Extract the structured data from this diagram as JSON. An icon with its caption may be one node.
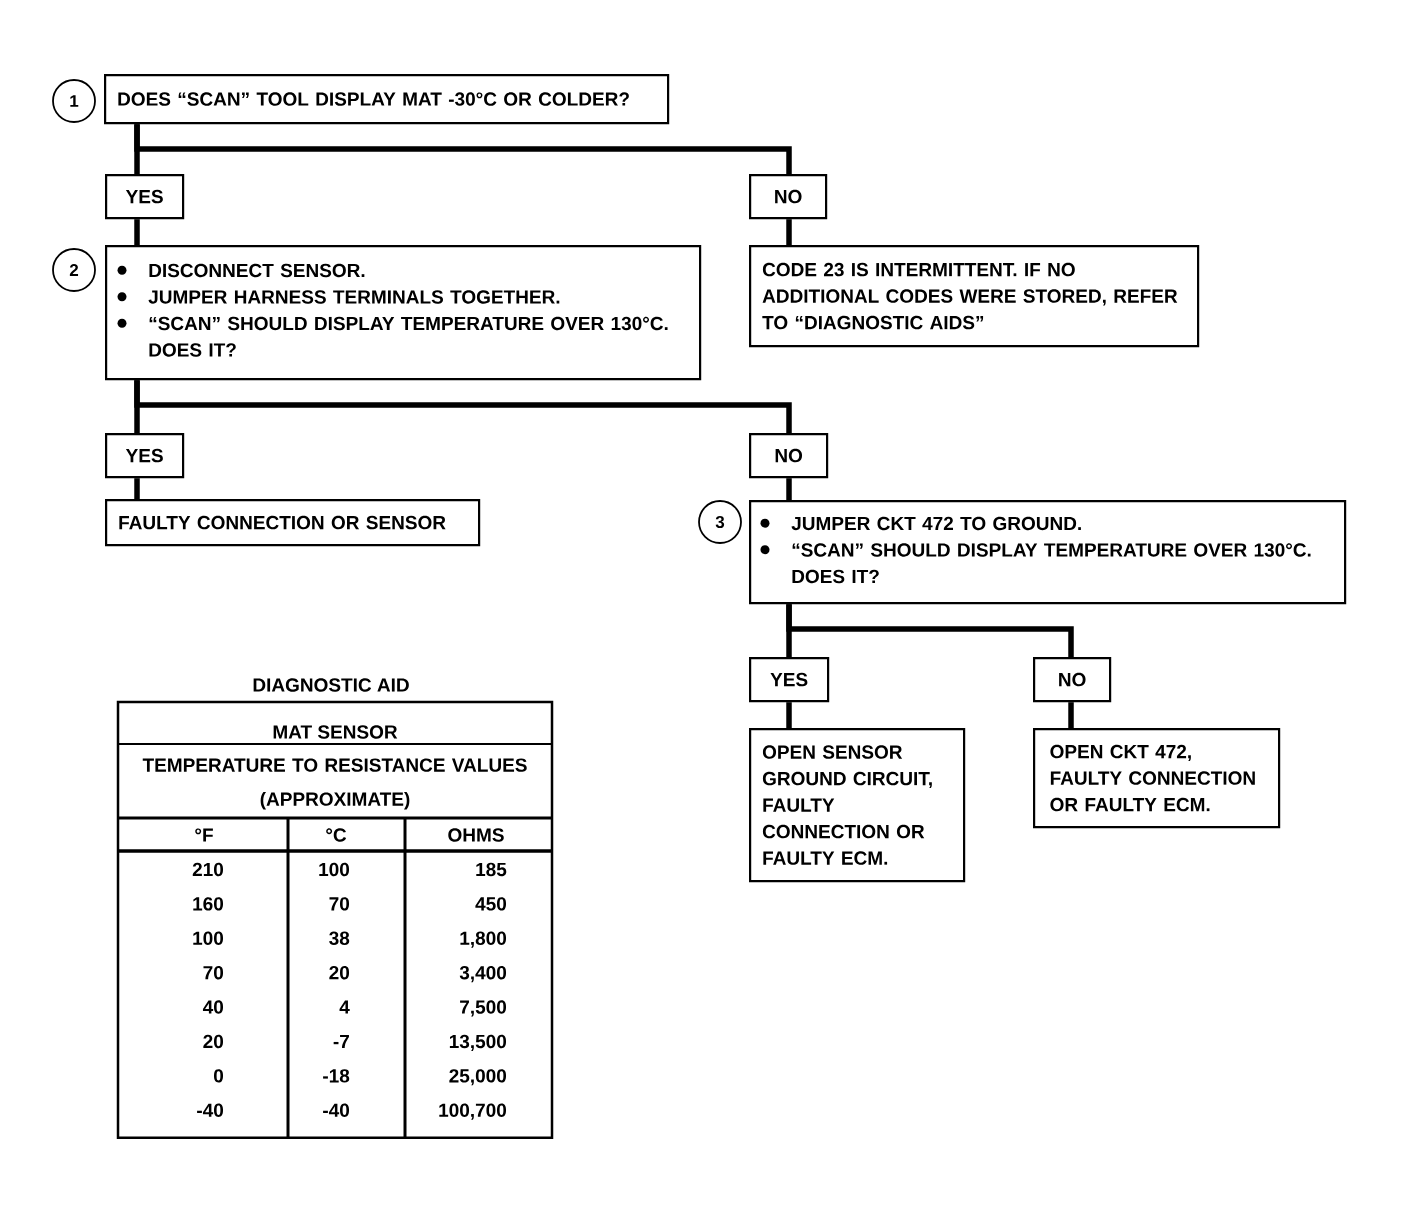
{
  "diagram": {
    "nodes": [
      {
        "text": [
          "1"
        ]
      },
      {
        "text": [
          "DOES “SCAN” TOOL DISPLAY MAT -30°C OR COLDER?"
        ]
      },
      {
        "text": [
          "YES"
        ]
      },
      {
        "text": [
          "NO"
        ]
      },
      {
        "text": [
          "2"
        ]
      },
      {
        "text": [
          "DISCONNECT SENSOR.",
          "JUMPER HARNESS TERMINALS TOGETHER.",
          "“SCAN” SHOULD DISPLAY TEMPERATURE OVER 130°C. DOES IT?"
        ]
      },
      {
        "text": [
          "CODE 23 IS INTERMITTENT. IF NO ADDITIONAL CODES WERE STORED, REFER TO “DIAGNOSTIC AIDS”"
        ]
      },
      {
        "text": [
          "YES"
        ]
      },
      {
        "text": [
          "NO"
        ]
      },
      {
        "text": [
          "FAULTY CONNECTION OR SENSOR"
        ]
      },
      {
        "text": [
          "3"
        ]
      },
      {
        "text": [
          "JUMPER CKT 472 TO GROUND.",
          "“SCAN” SHOULD DISPLAY TEMPERATURE OVER 130°C. DOES IT?"
        ]
      },
      {
        "text": [
          "YES"
        ]
      },
      {
        "text": [
          "NO"
        ]
      },
      {
        "text": [
          "OPEN SENSOR GROUND CIRCUIT, FAULTY CONNECTION OR FAULTY ECM."
        ]
      },
      {
        "text": [
          "OPEN CKT 472, FAULTY CONNECTION OR FAULTY ECM."
        ]
      }
    ],
    "edges": [
      {
        "from": 1,
        "to": 2,
        "arrow": "none"
      },
      {
        "from": 1,
        "to": 3,
        "arrow": "none"
      },
      {
        "from": 2,
        "to": 5,
        "arrow": "none"
      },
      {
        "from": 3,
        "to": 6,
        "arrow": "none"
      },
      {
        "from": 5,
        "to": 7,
        "arrow": "none"
      },
      {
        "from": 5,
        "to": 8,
        "arrow": "none"
      },
      {
        "from": 7,
        "to": 9,
        "arrow": "none"
      },
      {
        "from": 8,
        "to": 11,
        "arrow": "none"
      },
      {
        "from": 11,
        "to": 12,
        "arrow": "none"
      },
      {
        "from": 11,
        "to": 13,
        "arrow": "none"
      },
      {
        "from": 12,
        "to": 14,
        "arrow": "none"
      },
      {
        "from": 13,
        "to": 15,
        "arrow": "none"
      }
    ],
    "labels": [
      "DIAGNOSTIC AID",
      "MAT SENSOR",
      "TEMPERATURE TO RESISTANCE VALUES (APPROXIMATE)",
      "°F",
      "°C",
      "OHMS",
      "210",
      "100",
      "185",
      "160",
      "70",
      "450",
      "100",
      "38",
      "1,800",
      "70",
      "20",
      "3,400",
      "40",
      "4",
      "7,500",
      "20",
      "-7",
      "13,500",
      "0",
      "-18",
      "25,000",
      "-40",
      "-40",
      "100,700"
    ]
  }
}
